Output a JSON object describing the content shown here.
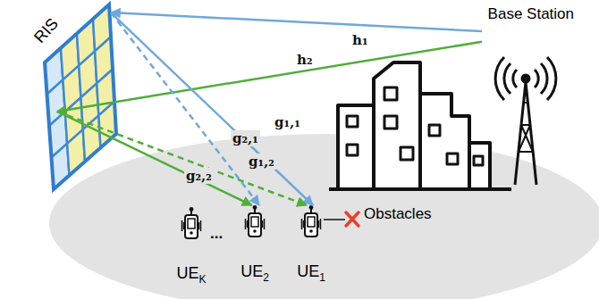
{
  "diagram": {
    "nodes": [
      {
        "text": [
          "RIS"
        ]
      },
      {
        "text": [
          "Base Station"
        ]
      },
      {
        "text": [
          "UE",
          "K"
        ]
      },
      {
        "text": [
          "UE",
          "2"
        ]
      },
      {
        "text": [
          "UE",
          "1"
        ]
      }
    ],
    "edges": [
      {
        "from": 1,
        "to": 0,
        "arrow": "to",
        "label": "h₁"
      },
      {
        "from": 1,
        "to": 0,
        "arrow": "to",
        "label": "h₂"
      },
      {
        "from": 0,
        "to": 4,
        "arrow": "to",
        "label": "g₁,₁"
      },
      {
        "from": 0,
        "to": 3,
        "arrow": "to",
        "label": "g₁,₂"
      },
      {
        "from": 0,
        "to": 4,
        "arrow": "to",
        "label": "g₂,₁"
      },
      {
        "from": 0,
        "to": 3,
        "arrow": "to",
        "label": "g₂,₂"
      }
    ],
    "labels": [
      "...",
      "Obstacles"
    ]
  }
}
